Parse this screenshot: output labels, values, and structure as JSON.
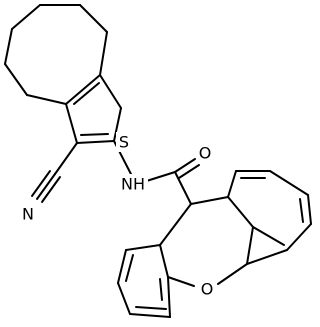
{
  "atoms": {
    "S": "S",
    "N_nitrile": "N",
    "NH": "NH",
    "O_carbonyl": "O",
    "O_ring": "O"
  },
  "colors": {
    "bond": "#000000",
    "background": "#ffffff"
  }
}
